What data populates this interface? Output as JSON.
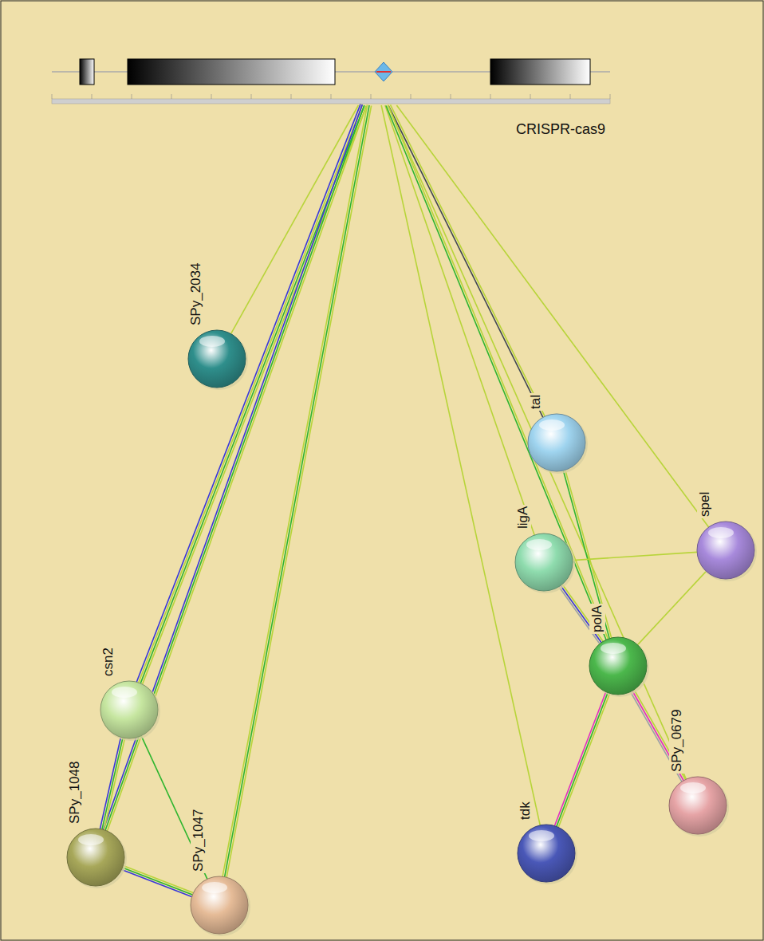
{
  "diagram": {
    "nodes": [
      {
        "text": [
          "CRISPR-cas9"
        ]
      },
      {
        "text": [
          "SPy_2034"
        ]
      },
      {
        "text": [
          "csn2"
        ]
      },
      {
        "text": [
          "SPy_1048"
        ]
      },
      {
        "text": [
          "SPy_1047"
        ]
      },
      {
        "text": [
          "tal"
        ]
      },
      {
        "text": [
          "ligA"
        ]
      },
      {
        "text": [
          "spel"
        ]
      },
      {
        "text": [
          "polA"
        ]
      },
      {
        "text": [
          "SPy_0679"
        ]
      },
      {
        "text": [
          "tdk"
        ]
      }
    ],
    "edges": [
      {
        "from": 0,
        "to": 1,
        "arrow": "none"
      },
      {
        "from": 0,
        "to": 2,
        "arrow": "none"
      },
      {
        "from": 0,
        "to": 3,
        "arrow": "none"
      },
      {
        "from": 0,
        "to": 4,
        "arrow": "none"
      },
      {
        "from": 0,
        "to": 5,
        "arrow": "none"
      },
      {
        "from": 0,
        "to": 6,
        "arrow": "none"
      },
      {
        "from": 0,
        "to": 7,
        "arrow": "none"
      },
      {
        "from": 0,
        "to": 8,
        "arrow": "none"
      },
      {
        "from": 0,
        "to": 9,
        "arrow": "none"
      },
      {
        "from": 0,
        "to": 10,
        "arrow": "none"
      },
      {
        "from": 2,
        "to": 3,
        "arrow": "none"
      },
      {
        "from": 2,
        "to": 4,
        "arrow": "none"
      },
      {
        "from": 3,
        "to": 4,
        "arrow": "none"
      },
      {
        "from": 5,
        "to": 8,
        "arrow": "none"
      },
      {
        "from": 6,
        "to": 7,
        "arrow": "none"
      },
      {
        "from": 6,
        "to": 8,
        "arrow": "none"
      },
      {
        "from": 7,
        "to": 8,
        "arrow": "none"
      },
      {
        "from": 8,
        "to": 9,
        "arrow": "none"
      },
      {
        "from": 8,
        "to": 10,
        "arrow": "none"
      }
    ]
  }
}
